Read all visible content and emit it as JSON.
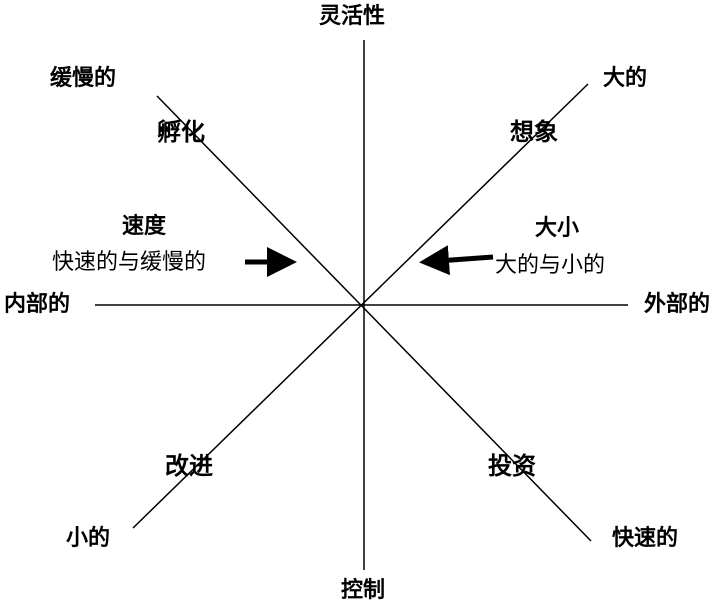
{
  "axes": {
    "top": "灵活性",
    "bottom": "控制",
    "left": "内部的",
    "right": "外部的"
  },
  "diagonal_ends": {
    "top_left": "缓慢的",
    "top_right": "大的",
    "bottom_left": "小的",
    "bottom_right": "快速的"
  },
  "quadrants": {
    "top_left": "孵化",
    "top_right": "想象",
    "bottom_left": "改进",
    "bottom_right": "投资"
  },
  "dimensions": {
    "speed": {
      "title": "速度",
      "subtitle": "快速的与缓慢的"
    },
    "size": {
      "title": "大小",
      "subtitle": "大的与小的"
    }
  }
}
